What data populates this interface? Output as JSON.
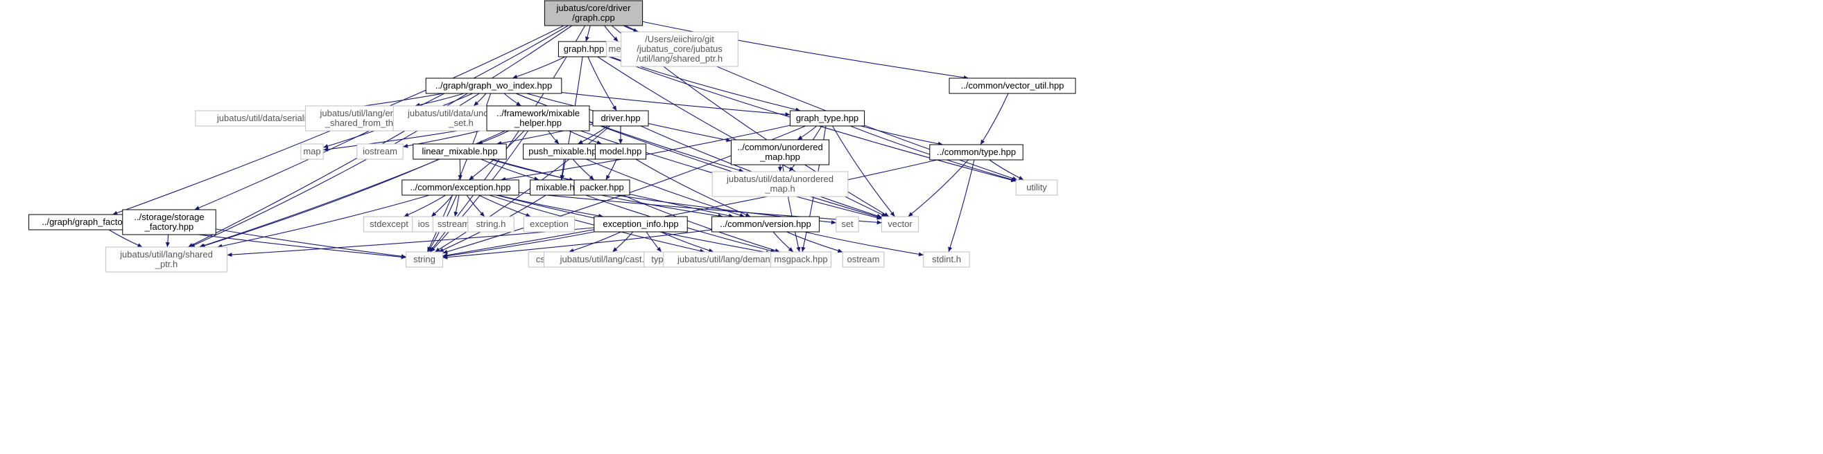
{
  "colors": {
    "edge": "#191970",
    "node_border": "#000000",
    "external_border": "#bfbfbf",
    "root_fill": "#bfbfbf",
    "node_fill": "#ffffff",
    "text": "#000000",
    "external_text": "#555555"
  },
  "nodes": [
    {
      "id": "root",
      "lines": [
        "jubatus/core/driver",
        "/graph.cpp"
      ],
      "kind": "root"
    },
    {
      "id": "graph_hpp",
      "lines": [
        "graph.hpp"
      ],
      "kind": "file"
    },
    {
      "id": "memory",
      "lines": [
        "memory"
      ],
      "kind": "external"
    },
    {
      "id": "users_shared_ptr",
      "lines": [
        "/Users/eiichiro/git",
        "/jubatus_core/jubatus",
        "/util/lang/shared_ptr.h"
      ],
      "kind": "external"
    },
    {
      "id": "graph_wo_index",
      "lines": [
        "../graph/graph_wo_index.hpp"
      ],
      "kind": "file"
    },
    {
      "id": "vector_util",
      "lines": [
        "../common/vector_util.hpp"
      ],
      "kind": "file"
    },
    {
      "id": "serialization",
      "lines": [
        "jubatus/util/data/serialization.h"
      ],
      "kind": "external"
    },
    {
      "id": "enable_shared",
      "lines": [
        "jubatus/util/lang/enable",
        "_shared_from_this.h"
      ],
      "kind": "external"
    },
    {
      "id": "unordered_set",
      "lines": [
        "jubatus/util/data/unordered",
        "_set.h"
      ],
      "kind": "external"
    },
    {
      "id": "mixable_helper",
      "lines": [
        "../framework/mixable",
        "_helper.hpp"
      ],
      "kind": "file"
    },
    {
      "id": "driver_hpp",
      "lines": [
        "driver.hpp"
      ],
      "kind": "file"
    },
    {
      "id": "graph_type",
      "lines": [
        "graph_type.hpp"
      ],
      "kind": "file"
    },
    {
      "id": "common_unordered_map",
      "lines": [
        "../common/unordered",
        "_map.hpp"
      ],
      "kind": "file"
    },
    {
      "id": "common_type",
      "lines": [
        "../common/type.hpp"
      ],
      "kind": "file"
    },
    {
      "id": "map",
      "lines": [
        "map"
      ],
      "kind": "external"
    },
    {
      "id": "iostream",
      "lines": [
        "iostream"
      ],
      "kind": "external"
    },
    {
      "id": "linear_mixable",
      "lines": [
        "linear_mixable.hpp"
      ],
      "kind": "file"
    },
    {
      "id": "push_mixable",
      "lines": [
        "push_mixable.hpp"
      ],
      "kind": "file"
    },
    {
      "id": "model_hpp",
      "lines": [
        "model.hpp"
      ],
      "kind": "file"
    },
    {
      "id": "util_unordered_map",
      "lines": [
        "jubatus/util/data/unordered",
        "_map.h"
      ],
      "kind": "external"
    },
    {
      "id": "utility",
      "lines": [
        "utility"
      ],
      "kind": "external"
    },
    {
      "id": "common_exception",
      "lines": [
        "../common/exception.hpp"
      ],
      "kind": "file"
    },
    {
      "id": "mixable_hpp",
      "lines": [
        "mixable.hpp"
      ],
      "kind": "file"
    },
    {
      "id": "packer",
      "lines": [
        "packer.hpp"
      ],
      "kind": "file"
    },
    {
      "id": "graph_factory",
      "lines": [
        "../graph/graph_factory.hpp"
      ],
      "kind": "file"
    },
    {
      "id": "storage_factory",
      "lines": [
        "../storage/storage",
        "_factory.hpp"
      ],
      "kind": "file"
    },
    {
      "id": "stdexcept",
      "lines": [
        "stdexcept"
      ],
      "kind": "external"
    },
    {
      "id": "ios",
      "lines": [
        "ios"
      ],
      "kind": "external"
    },
    {
      "id": "sstream",
      "lines": [
        "sstream"
      ],
      "kind": "external"
    },
    {
      "id": "string_h",
      "lines": [
        "string.h"
      ],
      "kind": "external"
    },
    {
      "id": "exception",
      "lines": [
        "exception"
      ],
      "kind": "external"
    },
    {
      "id": "exception_info",
      "lines": [
        "exception_info.hpp"
      ],
      "kind": "file"
    },
    {
      "id": "common_version",
      "lines": [
        "../common/version.hpp"
      ],
      "kind": "file"
    },
    {
      "id": "set",
      "lines": [
        "set"
      ],
      "kind": "external"
    },
    {
      "id": "vector",
      "lines": [
        "vector"
      ],
      "kind": "external"
    },
    {
      "id": "util_shared_ptr",
      "lines": [
        "jubatus/util/lang/shared",
        "_ptr.h"
      ],
      "kind": "external"
    },
    {
      "id": "string",
      "lines": [
        "string"
      ],
      "kind": "external"
    },
    {
      "id": "cstring",
      "lines": [
        "cstring"
      ],
      "kind": "external"
    },
    {
      "id": "cast_h",
      "lines": [
        "jubatus/util/lang/cast.h"
      ],
      "kind": "external"
    },
    {
      "id": "typeinfo",
      "lines": [
        "typeinfo"
      ],
      "kind": "external"
    },
    {
      "id": "demangle",
      "lines": [
        "jubatus/util/lang/demangle.h"
      ],
      "kind": "external"
    },
    {
      "id": "msgpack",
      "lines": [
        "msgpack.hpp"
      ],
      "kind": "external"
    },
    {
      "id": "ostream",
      "lines": [
        "ostream"
      ],
      "kind": "external"
    },
    {
      "id": "stdint",
      "lines": [
        "stdint.h"
      ],
      "kind": "external"
    }
  ],
  "edges": [
    [
      "root",
      "graph_hpp"
    ],
    [
      "root",
      "memory"
    ],
    [
      "root",
      "users_shared_ptr"
    ],
    [
      "root",
      "vector_util"
    ],
    [
      "root",
      "utility"
    ],
    [
      "root",
      "vector"
    ],
    [
      "root",
      "string"
    ],
    [
      "root",
      "util_shared_ptr"
    ],
    [
      "root",
      "graph_factory"
    ],
    [
      "root",
      "storage_factory"
    ],
    [
      "graph_hpp",
      "graph_wo_index"
    ],
    [
      "graph_hpp",
      "driver_hpp"
    ],
    [
      "graph_hpp",
      "graph_type"
    ],
    [
      "graph_hpp",
      "vector"
    ],
    [
      "graph_hpp",
      "utility"
    ],
    [
      "graph_hpp",
      "mixable_hpp"
    ],
    [
      "graph_wo_index",
      "serialization"
    ],
    [
      "graph_wo_index",
      "enable_shared"
    ],
    [
      "graph_wo_index",
      "unordered_set"
    ],
    [
      "graph_wo_index",
      "mixable_helper"
    ],
    [
      "graph_wo_index",
      "graph_type"
    ],
    [
      "graph_wo_index",
      "common_unordered_map"
    ],
    [
      "graph_wo_index",
      "util_unordered_map"
    ],
    [
      "graph_wo_index",
      "vector"
    ],
    [
      "graph_wo_index",
      "map"
    ],
    [
      "graph_wo_index",
      "string"
    ],
    [
      "graph_wo_index",
      "util_shared_ptr"
    ],
    [
      "vector_util",
      "common_type"
    ],
    [
      "mixable_helper",
      "map"
    ],
    [
      "mixable_helper",
      "iostream"
    ],
    [
      "mixable_helper",
      "linear_mixable"
    ],
    [
      "mixable_helper",
      "push_mixable"
    ],
    [
      "mixable_helper",
      "model_hpp"
    ],
    [
      "mixable_helper",
      "common_exception"
    ],
    [
      "mixable_helper",
      "string"
    ],
    [
      "mixable_helper",
      "util_shared_ptr"
    ],
    [
      "mixable_helper",
      "vector"
    ],
    [
      "driver_hpp",
      "linear_mixable"
    ],
    [
      "driver_hpp",
      "push_mixable"
    ],
    [
      "driver_hpp",
      "model_hpp"
    ],
    [
      "driver_hpp",
      "string"
    ],
    [
      "driver_hpp",
      "vector"
    ],
    [
      "graph_type",
      "common_unordered_map"
    ],
    [
      "graph_type",
      "util_unordered_map"
    ],
    [
      "graph_type",
      "common_type"
    ],
    [
      "graph_type",
      "common_exception"
    ],
    [
      "graph_type",
      "utility"
    ],
    [
      "graph_type",
      "vector"
    ],
    [
      "graph_type",
      "string"
    ],
    [
      "graph_type",
      "msgpack"
    ],
    [
      "common_unordered_map",
      "util_unordered_map"
    ],
    [
      "common_unordered_map",
      "msgpack"
    ],
    [
      "common_type",
      "utility"
    ],
    [
      "common_type",
      "vector"
    ],
    [
      "common_type",
      "string"
    ],
    [
      "common_type",
      "stdint"
    ],
    [
      "linear_mixable",
      "common_exception"
    ],
    [
      "linear_mixable",
      "mixable_hpp"
    ],
    [
      "linear_mixable",
      "packer"
    ],
    [
      "linear_mixable",
      "util_shared_ptr"
    ],
    [
      "linear_mixable",
      "common_version"
    ],
    [
      "push_mixable",
      "mixable_hpp"
    ],
    [
      "push_mixable",
      "packer"
    ],
    [
      "push_mixable",
      "common_version"
    ],
    [
      "model_hpp",
      "packer"
    ],
    [
      "model_hpp",
      "common_version"
    ],
    [
      "common_exception",
      "stdexcept"
    ],
    [
      "common_exception",
      "ios"
    ],
    [
      "common_exception",
      "sstream"
    ],
    [
      "common_exception",
      "string_h"
    ],
    [
      "common_exception",
      "exception"
    ],
    [
      "common_exception",
      "exception_info"
    ],
    [
      "common_exception",
      "util_shared_ptr"
    ],
    [
      "common_exception",
      "string"
    ],
    [
      "common_exception",
      "demangle"
    ],
    [
      "common_exception",
      "msgpack"
    ],
    [
      "common_exception",
      "vector"
    ],
    [
      "mixable_hpp",
      "string"
    ],
    [
      "mixable_hpp",
      "common_version"
    ],
    [
      "mixable_hpp",
      "msgpack"
    ],
    [
      "mixable_hpp",
      "set"
    ],
    [
      "packer",
      "msgpack"
    ],
    [
      "graph_factory",
      "util_shared_ptr"
    ],
    [
      "graph_factory",
      "string"
    ],
    [
      "storage_factory",
      "util_shared_ptr"
    ],
    [
      "storage_factory",
      "string"
    ],
    [
      "exception_info",
      "util_shared_ptr"
    ],
    [
      "exception_info",
      "string"
    ],
    [
      "exception_info",
      "cstring"
    ],
    [
      "exception_info",
      "cast_h"
    ],
    [
      "exception_info",
      "typeinfo"
    ],
    [
      "exception_info",
      "demangle"
    ],
    [
      "common_version",
      "string"
    ],
    [
      "common_version",
      "msgpack"
    ],
    [
      "common_version",
      "ostream"
    ],
    [
      "common_version",
      "stdint"
    ]
  ]
}
